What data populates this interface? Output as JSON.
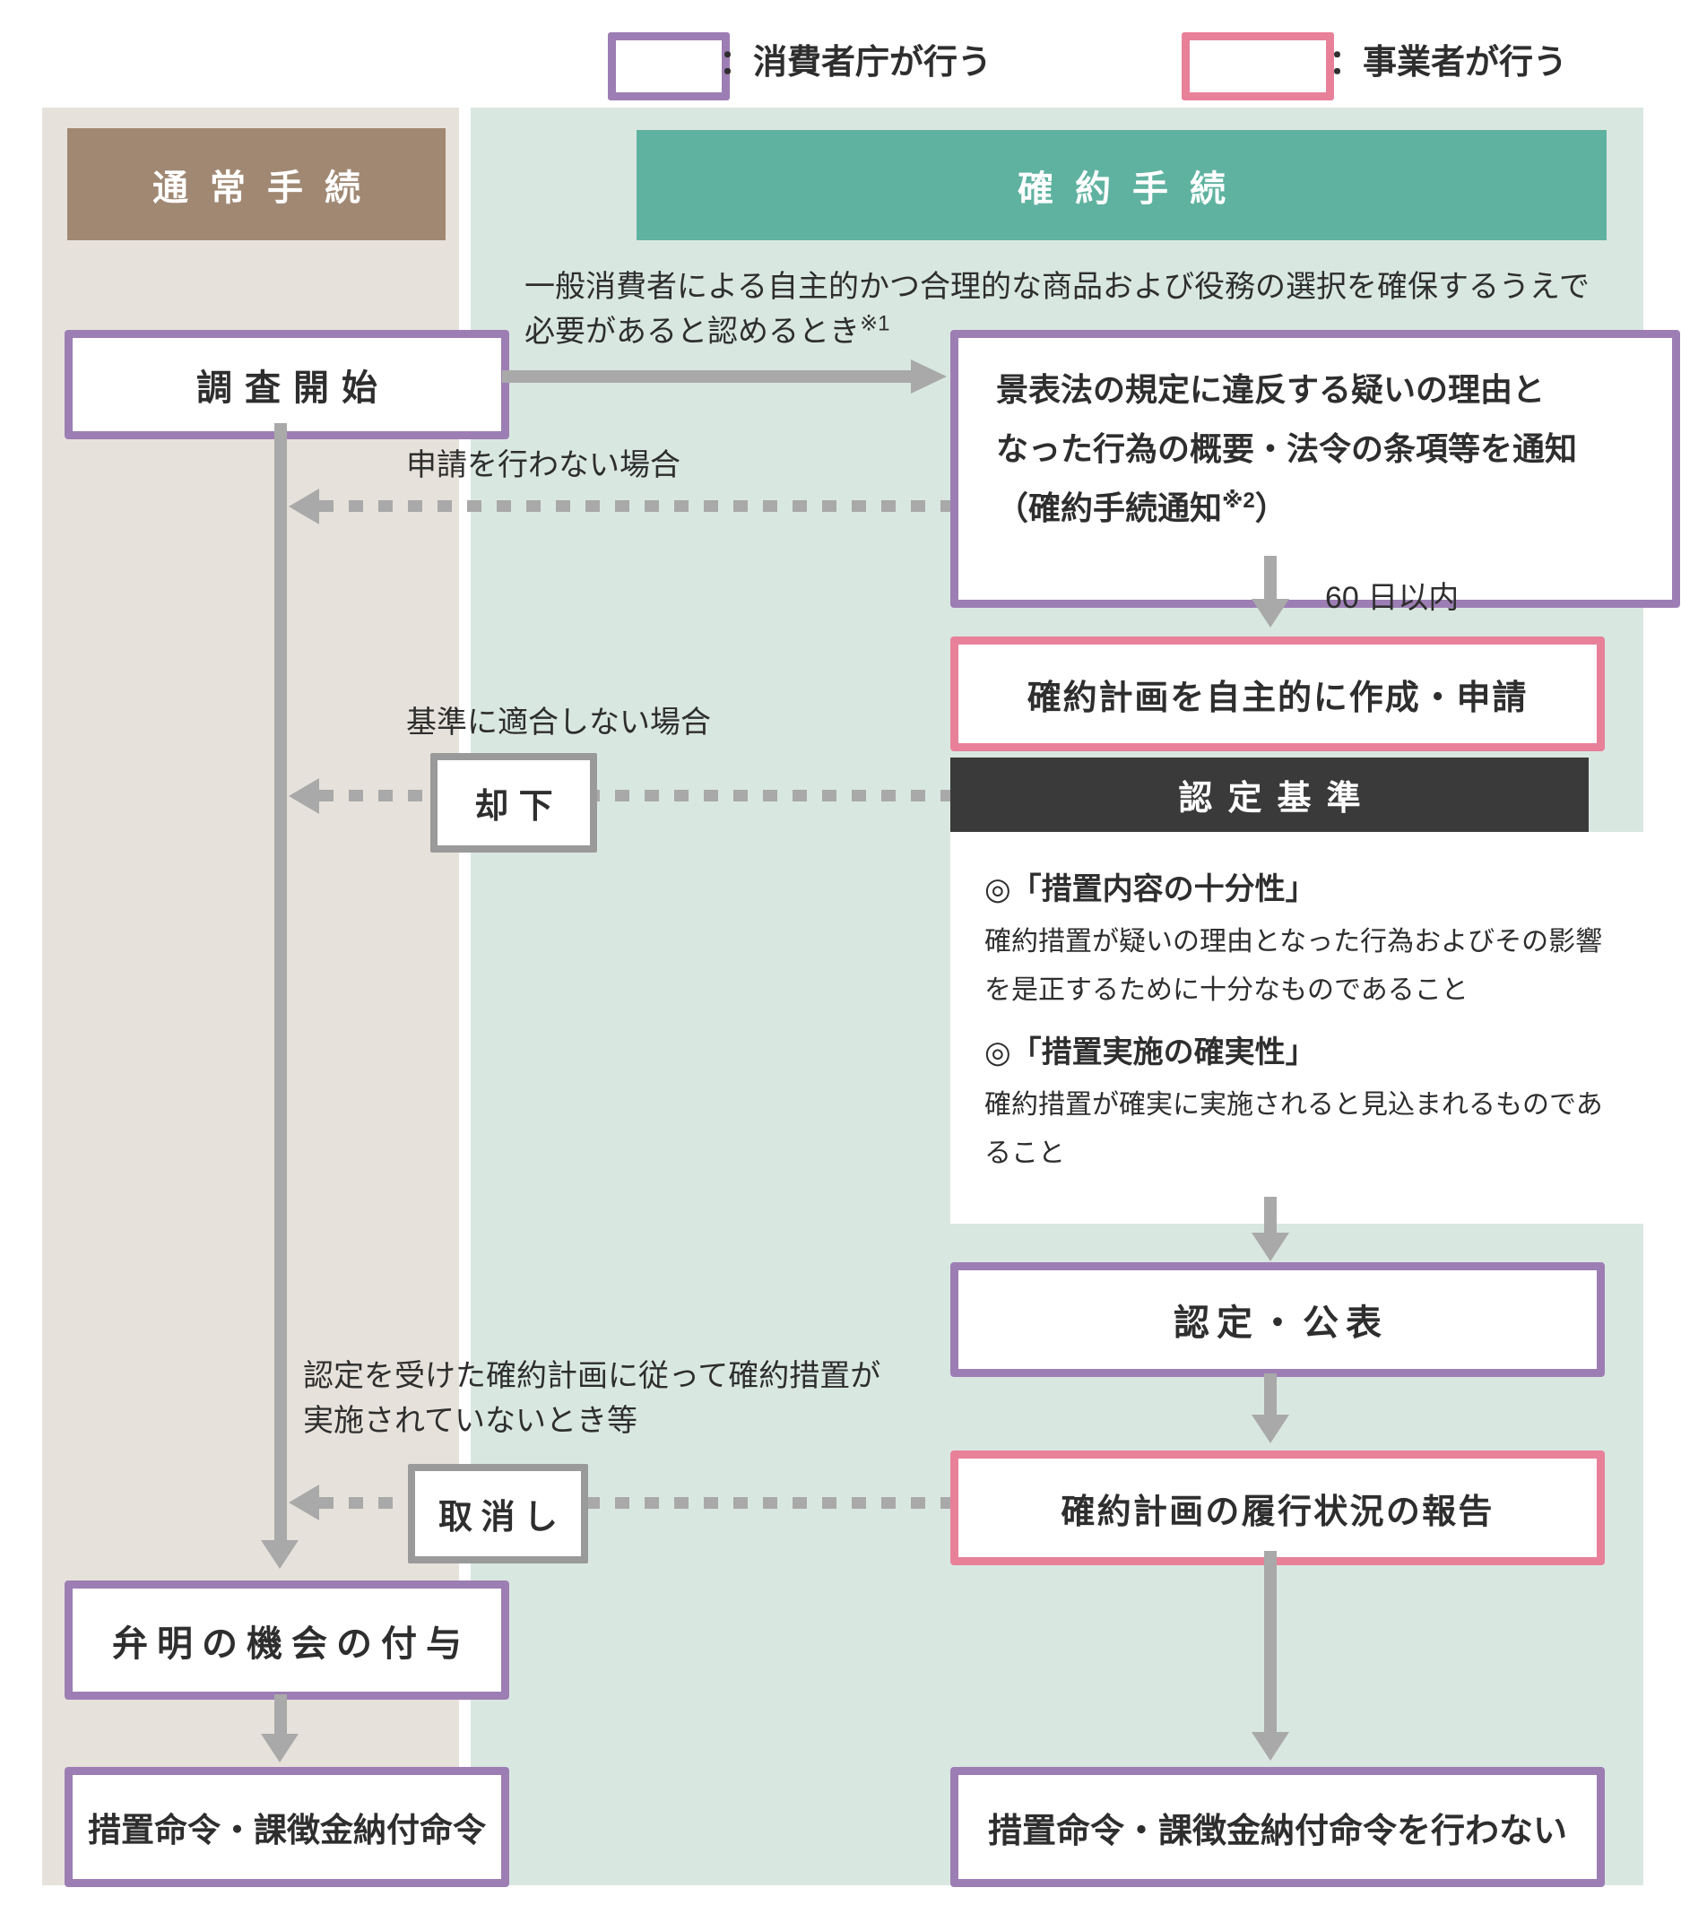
{
  "legend": {
    "agency_label": "：消費者庁が行う",
    "business_label": "：事業者が行う"
  },
  "headers": {
    "normal": "通常手続",
    "commitment": "確約手続"
  },
  "boxes": {
    "investigation": "調査開始",
    "notify_line1": "景表法の規定に違反する疑いの理由と",
    "notify_line2": "なった行為の概要・法令の条項等を通知",
    "notify_line3_pre": "（確約手続通知",
    "notify_line3_note": "※2",
    "notify_line3_post": "）",
    "plan": "確約計画を自主的に作成・申請",
    "reject": "却下",
    "criteria_title": "認定基準",
    "criteria1_heading": "◎「措置内容の十分性」",
    "criteria1_body": "確約措置が疑いの理由となった行為およびその影響を是正するために十分なものであること",
    "criteria2_heading": "◎「措置実施の確実性」",
    "criteria2_body": "確約措置が確実に実施されると見込まれるものであること",
    "certify": "認定・公表",
    "report": "確約計画の履行状況の報告",
    "cancel": "取消し",
    "explanation": "弁明の機会の付与",
    "order_normal": "措置命令・課徴金納付命令",
    "order_commitment": "措置命令・課徴金納付命令を行わない"
  },
  "labels": {
    "trigger_line1": "一般消費者による自主的かつ合理的な商品および役務の選択を確保するうえで",
    "trigger_line2": "必要があると認めるとき",
    "trigger_note": "※1",
    "no_application": "申請を行わない場合",
    "within_60_days": "60 日以内",
    "criteria_not_met": "基準に適合しない場合",
    "not_implemented_line1": "認定を受けた確約計画に従って確約措置が",
    "not_implemented_line2": "実施されていないとき等"
  },
  "colors": {
    "agency_border": "#9d7eb4",
    "business_border": "#e8809a",
    "normal_header_bg": "#a08873",
    "commitment_header_bg": "#5fb2a0",
    "normal_panel_bg": "#e6e2db",
    "commitment_panel_bg": "#d9e7e1",
    "criteria_header_bg": "#3a3a3a",
    "arrow": "#a9a9a9",
    "neutral_border": "#9a9a9a"
  }
}
